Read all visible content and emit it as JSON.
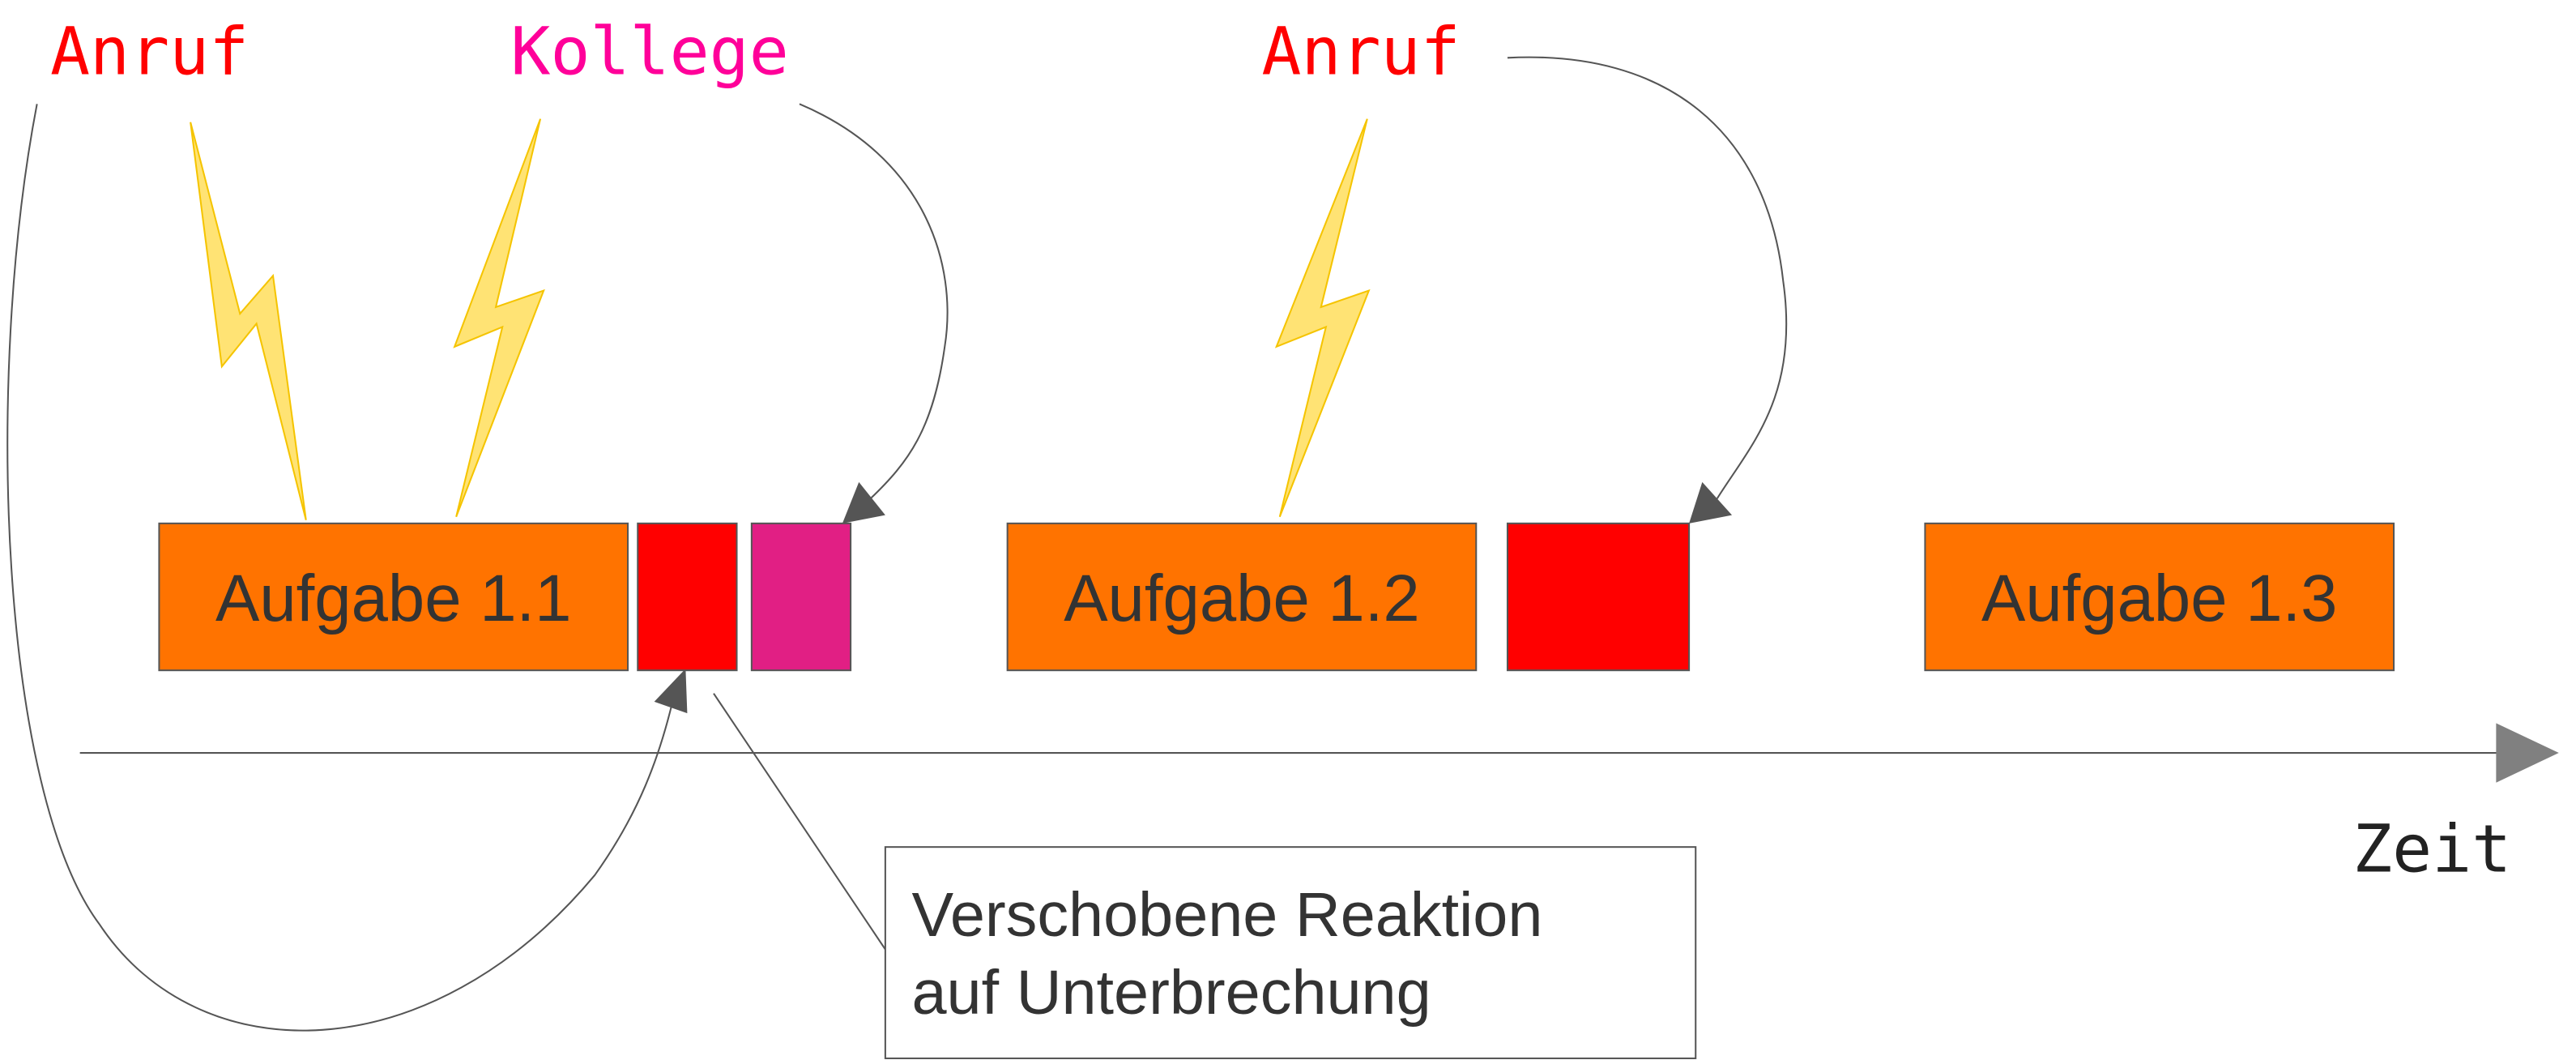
{
  "labels": {
    "anruf_1": "Anruf",
    "kollege": "Kollege",
    "anruf_2": "Anruf",
    "zeit": "Zeit"
  },
  "tasks": [
    {
      "label": "Aufgabe 1.1"
    },
    {
      "label": "Aufgabe 1.2"
    },
    {
      "label": "Aufgabe 1.3"
    }
  ],
  "callout": {
    "line1": "Verschobene Reaktion",
    "line2": "auf Unterbrechung"
  },
  "colors": {
    "anruf": "#ff0000",
    "kollege": "#ff0099",
    "task": "#ff7300",
    "interrupt_call": "#ff0000",
    "interrupt_colleague": "#e11f84",
    "lightning": "#ffe374"
  }
}
